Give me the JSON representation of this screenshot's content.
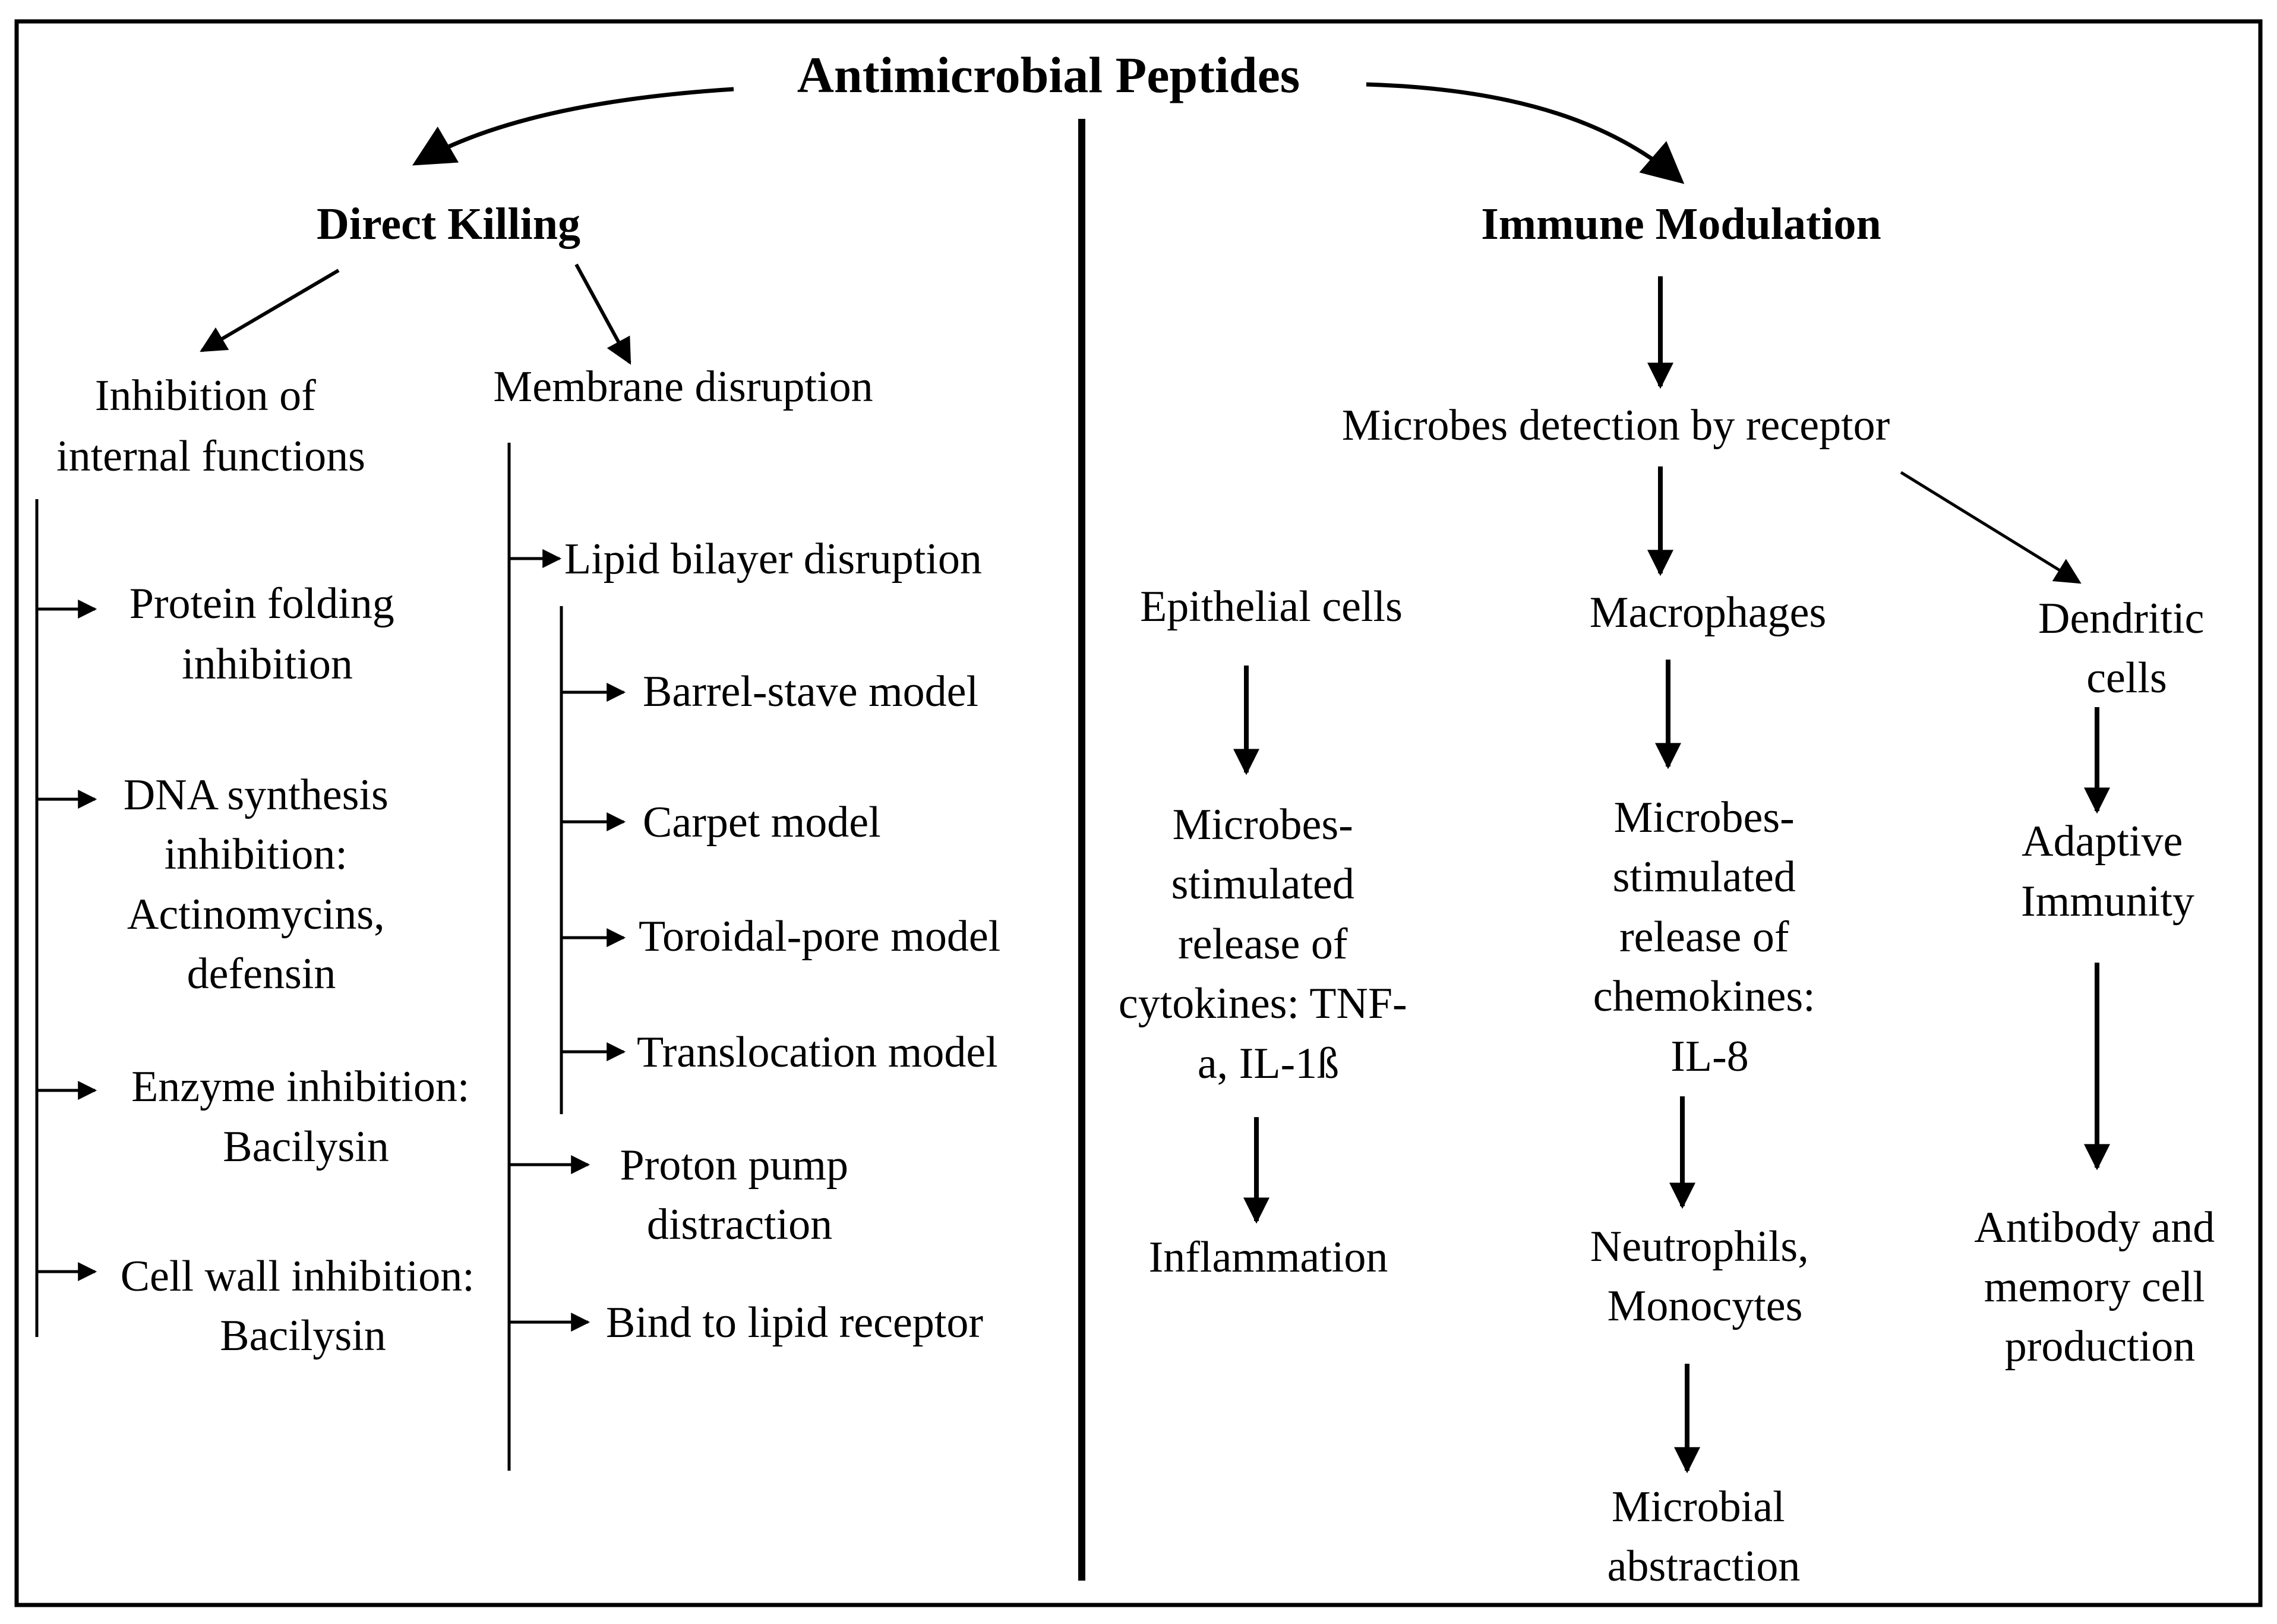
{
  "title": "Antimicrobial Peptides",
  "direct_killing": {
    "heading": "Direct Killing",
    "internal": {
      "heading": [
        "Inhibition of",
        "internal functions"
      ],
      "items": [
        [
          "Protein folding",
          "inhibition"
        ],
        [
          "DNA synthesis",
          "inhibition:",
          "Actinomycins,",
          "defensin"
        ],
        [
          "Enzyme inhibition:",
          "Bacilysin"
        ],
        [
          "Cell wall inhibition:",
          "Bacilysin"
        ]
      ]
    },
    "membrane": {
      "heading": "Membrane disruption",
      "lipid_bilayer": "Lipid bilayer disruption",
      "models": [
        "Barrel-stave model",
        "Carpet model",
        "Toroidal-pore model",
        "Translocation model"
      ],
      "proton_pump": [
        "Proton pump",
        "distraction"
      ],
      "lipid_receptor": "Bind to lipid receptor"
    }
  },
  "immune_modulation": {
    "heading": "Immune Modulation",
    "detection": "Microbes detection by receptor",
    "epithelial": {
      "heading": "Epithelial cells",
      "release": [
        "Microbes-",
        "stimulated",
        "release of",
        "cytokines: TNF-",
        "a, IL-1ß"
      ],
      "outcome": "Inflammation"
    },
    "macrophages": {
      "heading": "Macrophages",
      "release": [
        "Microbes-",
        "stimulated",
        "release of",
        "chemokines:",
        "IL-8"
      ],
      "recruited": [
        "Neutrophils,",
        "Monocytes"
      ],
      "outcome": [
        "Microbial",
        "abstraction"
      ]
    },
    "dendritic": {
      "heading": [
        "Dendritic",
        "cells"
      ],
      "adaptive": [
        "Adaptive",
        "Immunity"
      ],
      "outcome": [
        "Antibody and",
        "memory cell",
        "production"
      ]
    }
  }
}
